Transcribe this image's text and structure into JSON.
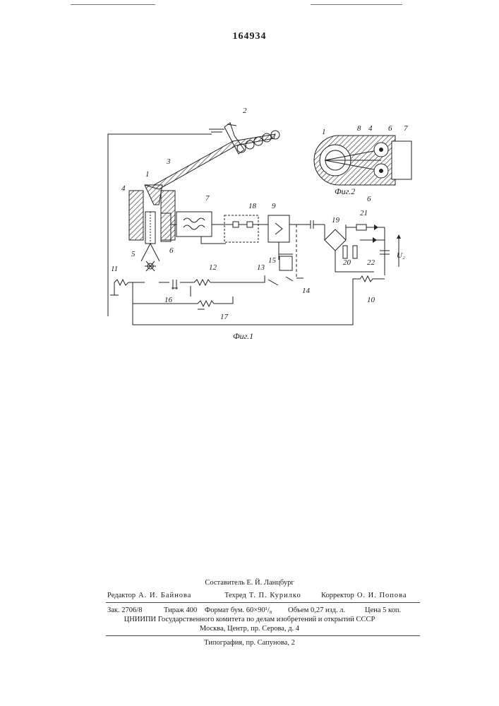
{
  "patent_number": "164934",
  "figure1": {
    "caption": "Фиг.1",
    "labels": [
      "1",
      "2",
      "3",
      "4",
      "5",
      "6",
      "7",
      "18",
      "9",
      "19",
      "21",
      "20",
      "22",
      "11",
      "12",
      "13",
      "14",
      "15",
      "16",
      "17",
      "10"
    ],
    "voltage_label": "U₂"
  },
  "figure2": {
    "caption": "Фиг.2",
    "labels": [
      "1",
      "8",
      "4",
      "6",
      "7",
      "6"
    ]
  },
  "colophon": {
    "composer": "Составитель Е. Й. Ланцбург",
    "editor_role": "Редактор",
    "editor_name": "А. И. Байнова",
    "techred_role": "Техред",
    "techred_name": "Т. П. Курилко",
    "corrector_role": "Корректор",
    "corrector_name": "О. И. Попова",
    "order": "Зак. 2706/8",
    "print_run": "Тираж 400",
    "format": "Формат бум. 60×90¹/₈",
    "volume": "Объем 0,27 изд. л.",
    "price": "Цена 5 коп.",
    "institute": "ЦНИИПИ Государственного комитета по делам изобретений и открытий СССР",
    "address": "Москва, Центр, пр. Серова, д. 4",
    "typography": "Типография, пр. Сапунова, 2"
  }
}
